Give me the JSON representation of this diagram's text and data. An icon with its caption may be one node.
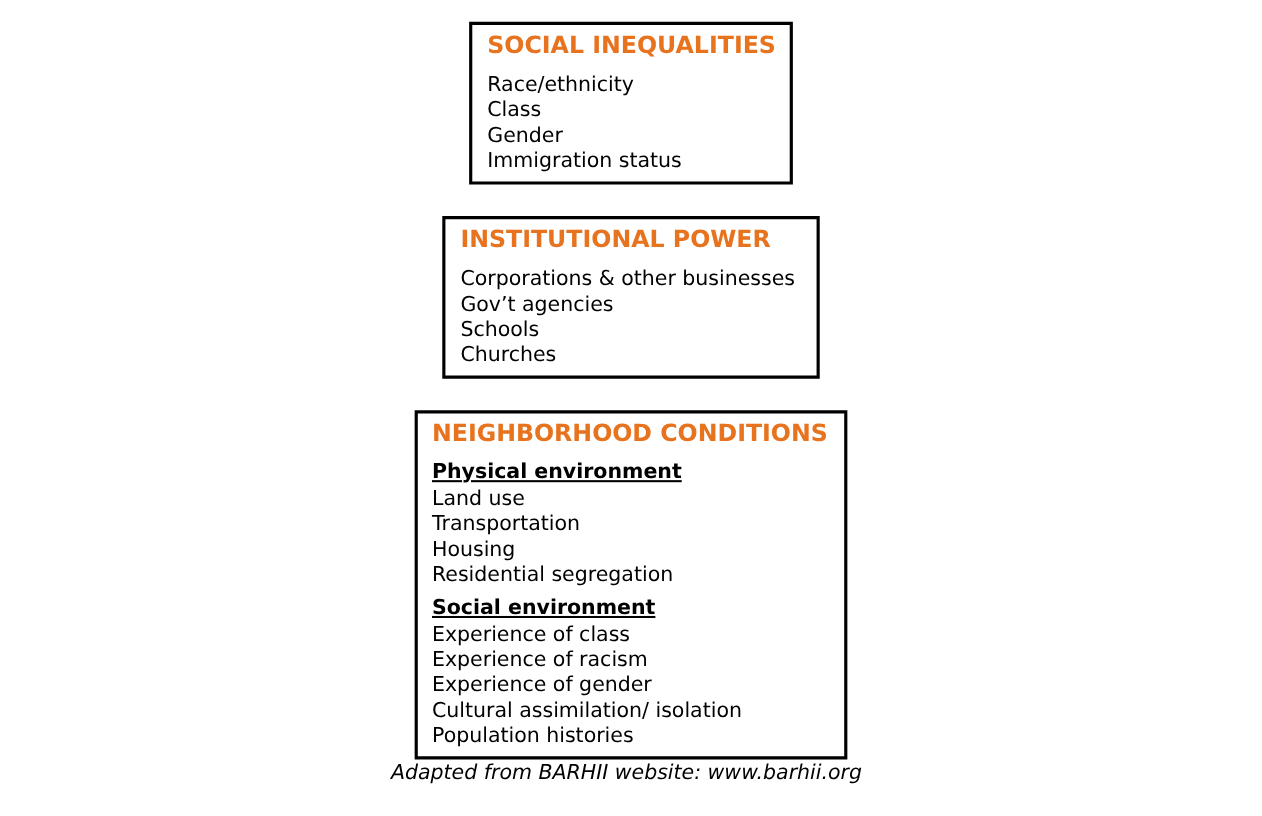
{
  "diagram": {
    "caption": "Adapted from BARHII website: www.barhii.org",
    "nodes": [
      {
        "text": [
          "SOCIAL INEQUALITIES",
          "Race/ethnicity",
          "Class",
          "Gender",
          "Immigration status"
        ]
      },
      {
        "text": [
          "INSTITUTIONAL POWER",
          "Corporations & other businesses",
          "Gov’t agencies",
          "Schools",
          "Churches"
        ]
      },
      {
        "text": [
          "NEIGHBORHOOD CONDITIONS",
          "Physical environment",
          "Land use",
          "Transportation",
          "Housing",
          "Residential segregation",
          "Social environment",
          "Experience of class",
          "Experience of racism",
          "Experience of gender",
          "Cultural assimilation/ isolation",
          "Population histories"
        ]
      }
    ],
    "edges": []
  }
}
